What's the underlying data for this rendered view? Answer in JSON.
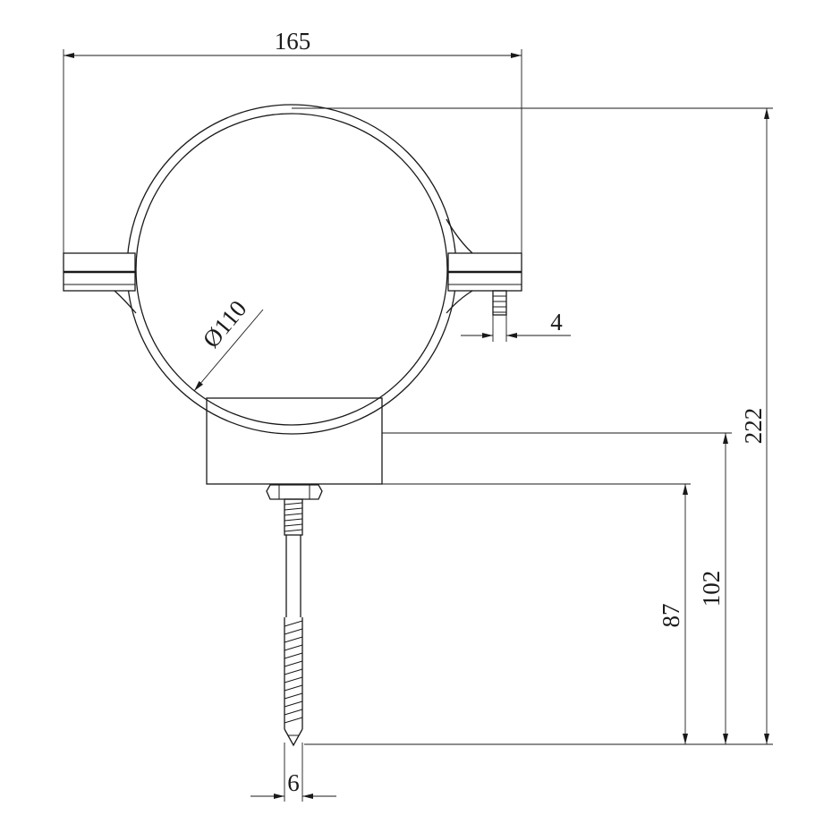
{
  "dimensions": {
    "overall_width": "165",
    "overall_height": "222",
    "base_height": "102",
    "screw_length": "87",
    "pipe_diameter": "Ø110",
    "stud_diameter": "4",
    "screw_diameter": "6"
  }
}
